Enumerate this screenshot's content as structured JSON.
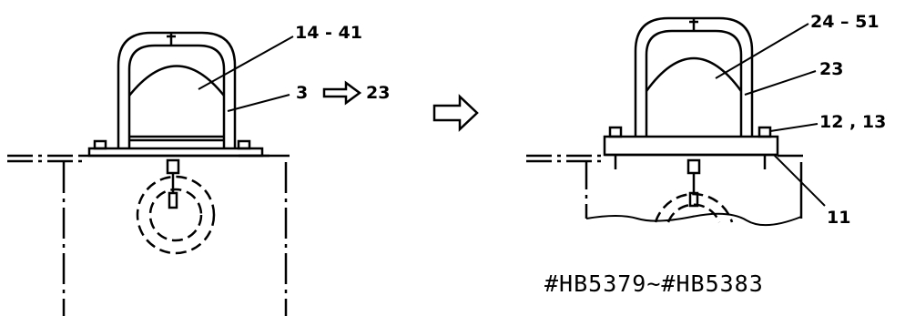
{
  "left_view": {
    "callout_part_range": "14  -  41",
    "callout_replace_from": "3",
    "callout_replace_to": "23"
  },
  "right_view": {
    "callout_part_range": "24  –  51",
    "callout_frame": "23",
    "callout_fasteners": "12 , 13",
    "callout_plate": "11"
  },
  "part_numbers": "#HB5379~#HB5383",
  "colors": {
    "ink": "#000000",
    "paper": "#ffffff"
  },
  "icons": {
    "replace_arrow": "hollow-right-arrow",
    "transition_arrow": "hollow-right-arrow"
  }
}
